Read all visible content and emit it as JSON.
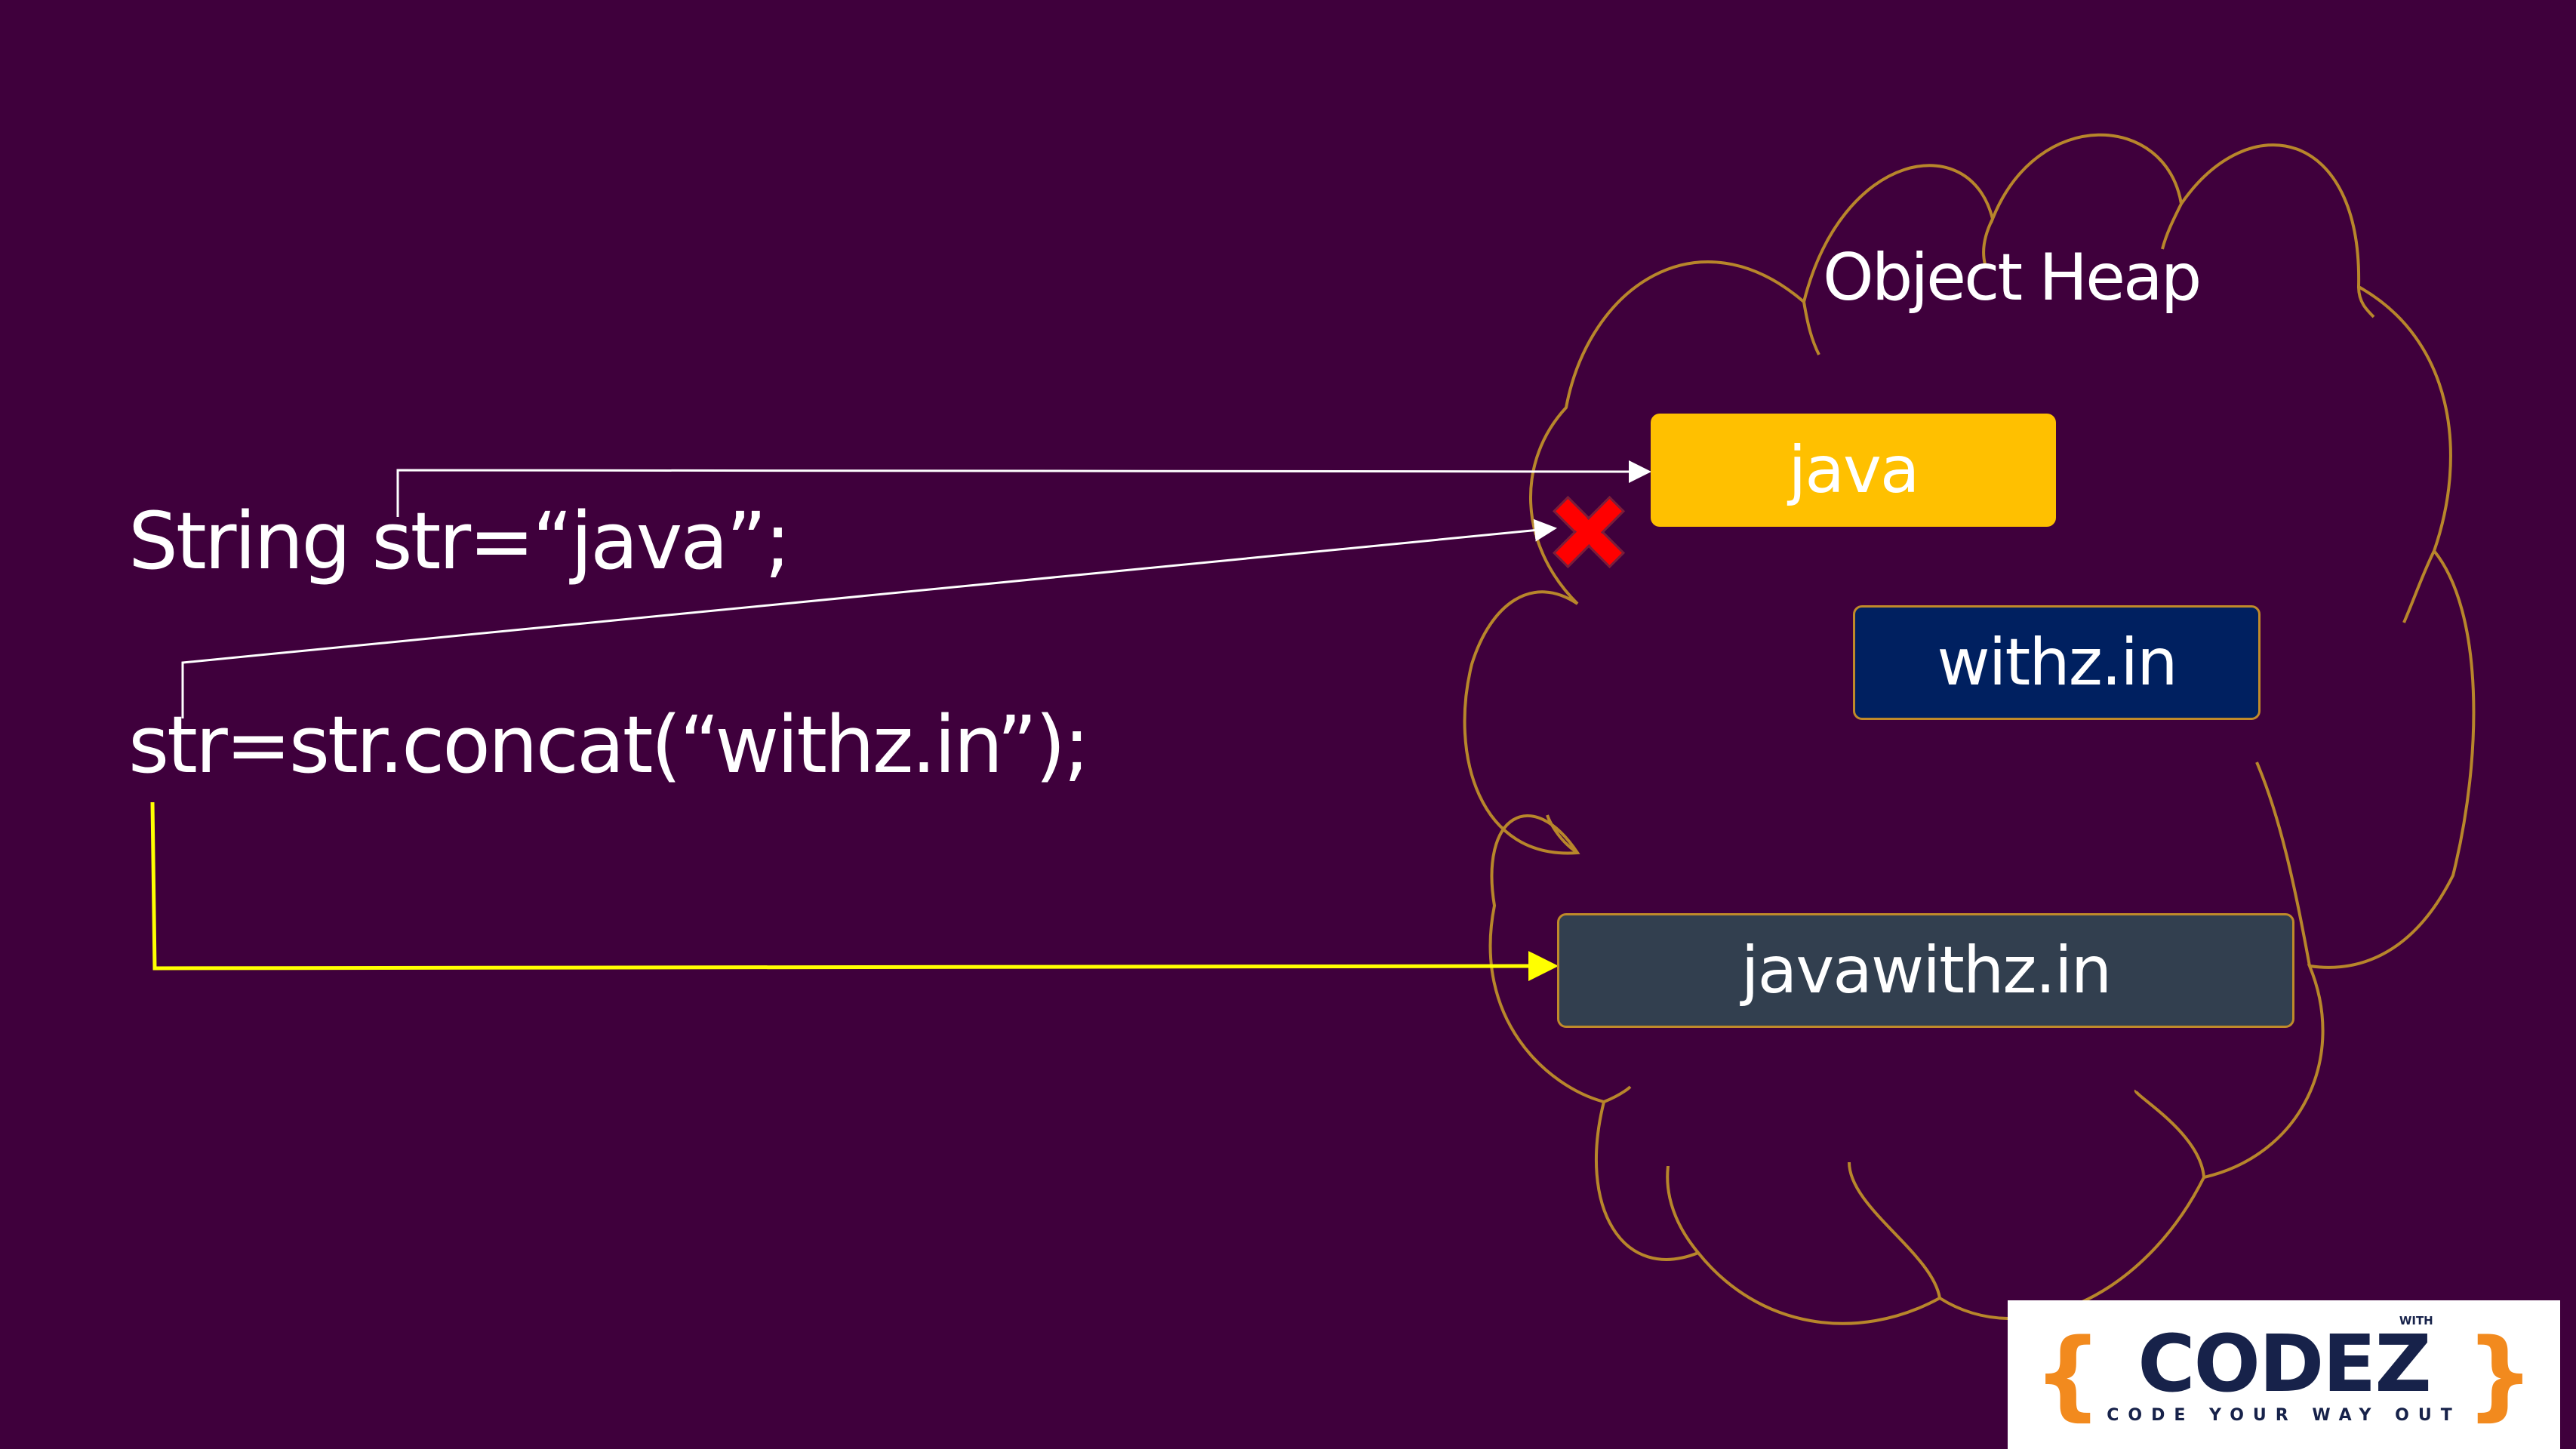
{
  "code": {
    "line1": "String str=“java”;",
    "line2": "str=str.concat(“withz.in”);"
  },
  "heap": {
    "title": "Object Heap",
    "objects": [
      {
        "id": "java",
        "label": "java",
        "fill": "#ffc000"
      },
      {
        "id": "withz",
        "label": "withz.in",
        "fill": "#002060"
      },
      {
        "id": "javawithz",
        "label": "javawithz.in",
        "fill": "#323f4f"
      }
    ]
  },
  "colors": {
    "background": "#3f003c",
    "cloud_outline": "#b8862b",
    "reference_arrow": "#ffffff",
    "new_reference_arrow": "#ffff00",
    "broken_reference_mark": "#ff0000"
  },
  "icons": {
    "broken_reference": "red-x-icon"
  },
  "logo": {
    "brace_open": "{",
    "brace_close": "}",
    "word": "CODEZ",
    "with": "WITH",
    "tagline": "CODE YOUR WAY OUT"
  }
}
